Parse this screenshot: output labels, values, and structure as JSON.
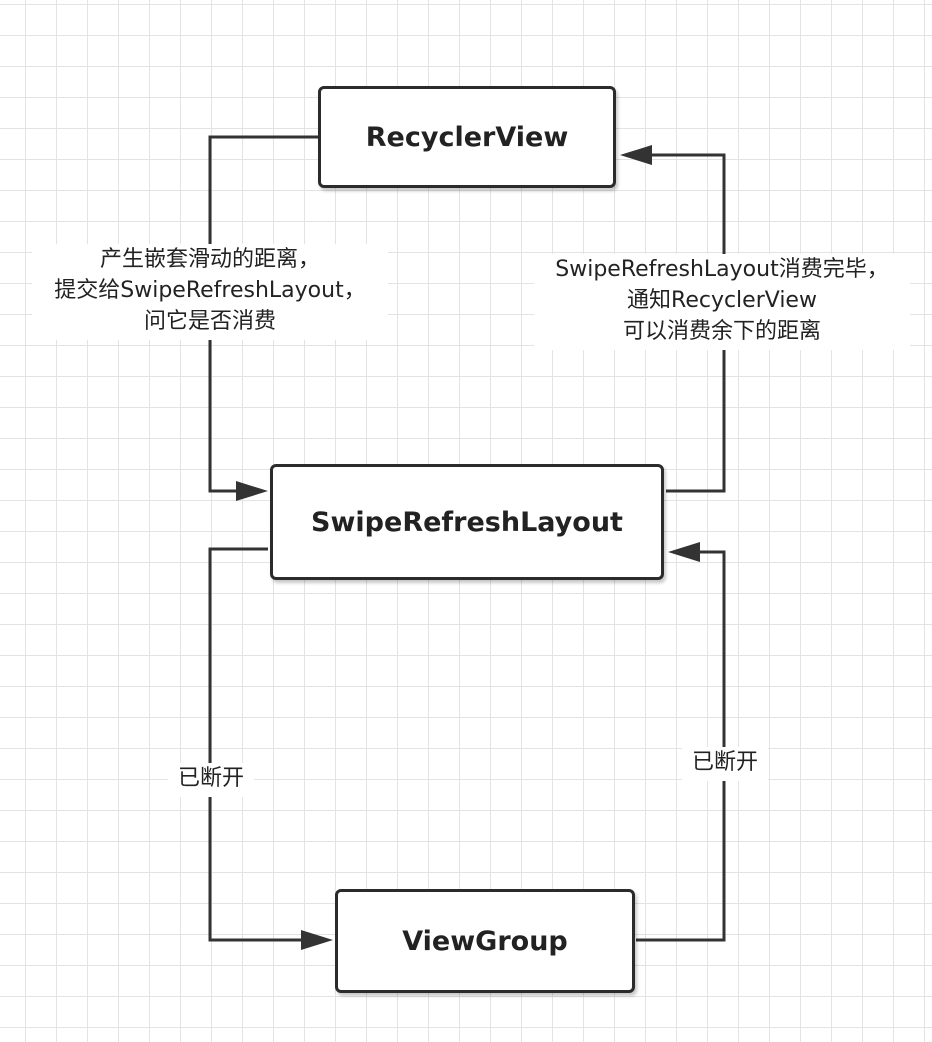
{
  "diagram": {
    "nodes": {
      "recycler_view": "RecyclerView",
      "swipe_refresh_layout": "SwipeRefreshLayout",
      "view_group": "ViewGroup"
    },
    "edges": {
      "recycler_to_swipe": {
        "lines": [
          "产生嵌套滑动的距离，",
          "提交给SwipeRefreshLayout，",
          "问它是否消费"
        ]
      },
      "swipe_to_recycler": {
        "lines": [
          "SwipeRefreshLayout消费完毕，",
          "通知RecyclerView",
          "可以消费余下的距离"
        ]
      },
      "swipe_to_viewgroup": {
        "label": "已断开"
      },
      "viewgroup_to_swipe": {
        "label": "已断开"
      }
    },
    "colors": {
      "line": "#333333",
      "grid": "#e3e3e3",
      "node_border": "#2b2b2b"
    }
  }
}
